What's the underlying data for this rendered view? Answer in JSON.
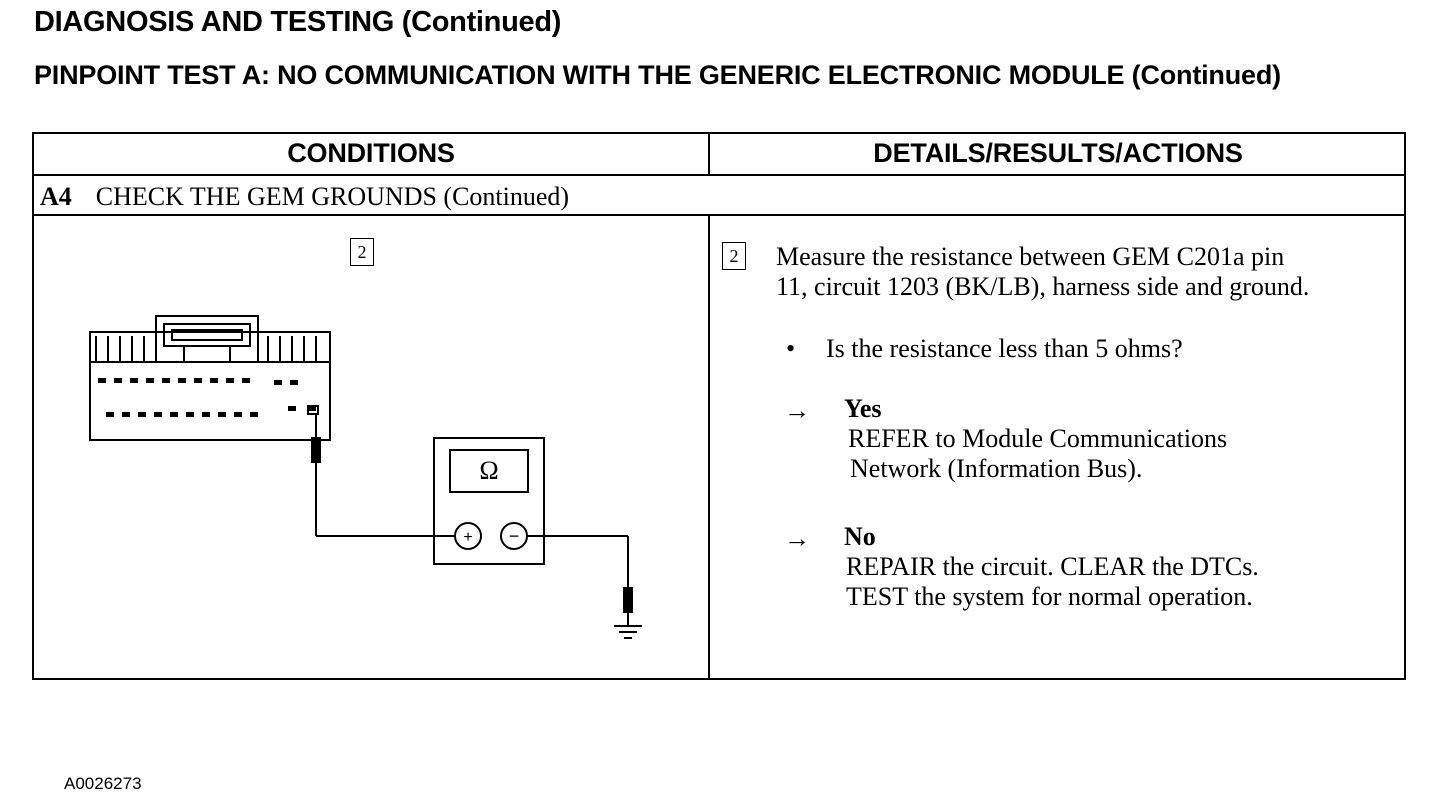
{
  "header": {
    "title": "DIAGNOSIS AND TESTING (Continued)",
    "subtitle": "PINPOINT TEST A: NO COMMUNICATION WITH THE GENERIC ELECTRONIC MODULE (Continued)"
  },
  "table": {
    "col_conditions": "CONDITIONS",
    "col_details": "DETAILS/RESULTS/ACTIONS",
    "step_number": "A4",
    "step_title": "CHECK THE GEM GROUNDS (Continued)"
  },
  "conditions": {
    "step_box": "2",
    "meter_symbol": "Ω",
    "plus_symbol": "+",
    "minus_symbol": "−",
    "figure_id": "A0026273",
    "icons": [
      "connector-icon",
      "ohmmeter-icon",
      "ground-icon"
    ]
  },
  "details": {
    "step_box": "2",
    "instruction_line1": "Measure the resistance between GEM C201a pin",
    "instruction_line2": "11, circuit 1203 (BK/LB), harness side and ground.",
    "bullet": "•",
    "question": "Is the resistance less than 5 ohms?",
    "arrow": "→",
    "yes_label": "Yes",
    "yes_line1": "REFER to Module Communications",
    "yes_line2": "Network (Information Bus).",
    "no_label": "No",
    "no_line1": "REPAIR the circuit. CLEAR the DTCs.",
    "no_line2": "TEST the system for normal operation."
  }
}
